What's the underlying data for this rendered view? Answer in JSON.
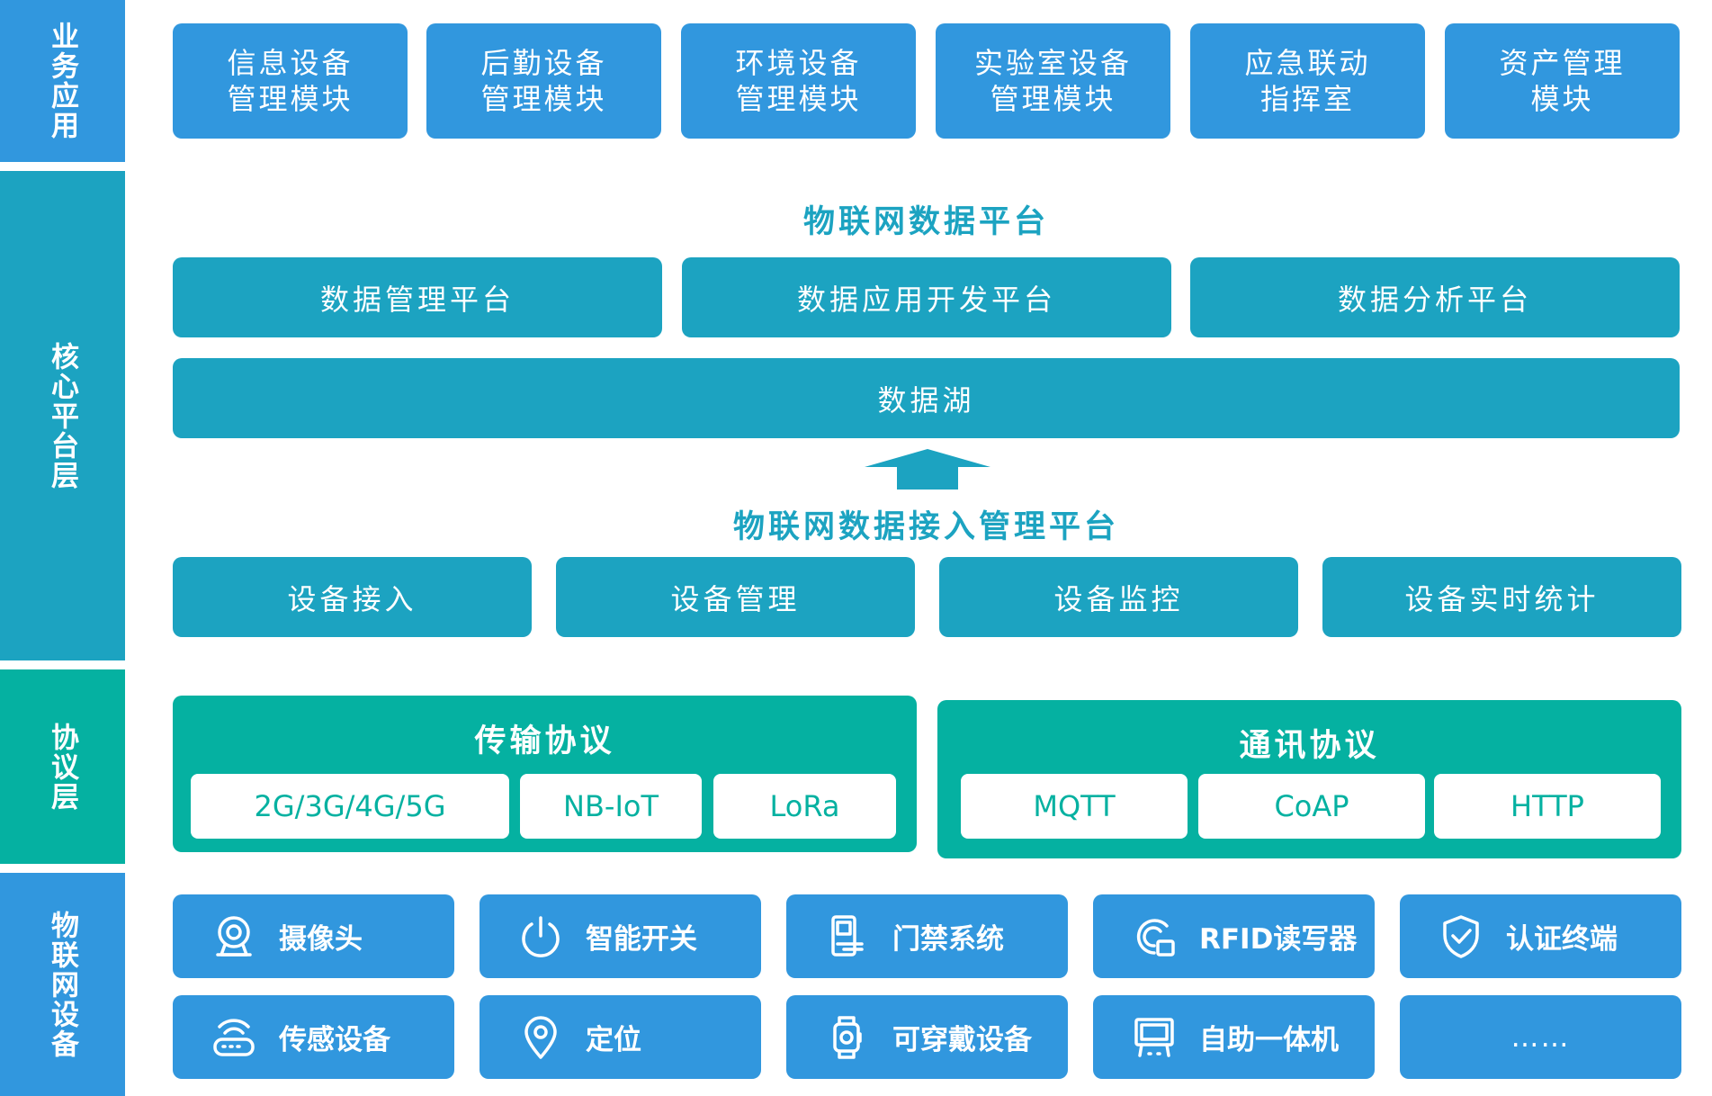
{
  "layers": [
    {
      "label": "业务应用"
    },
    {
      "label": "核心平台层"
    },
    {
      "label": "协议层"
    },
    {
      "label": "物联网设备"
    }
  ],
  "business_apps": [
    {
      "label": "信息设备\n管理模块"
    },
    {
      "label": "后勤设备\n管理模块"
    },
    {
      "label": "环境设备\n管理模块"
    },
    {
      "label": "实验室设备\n管理模块"
    },
    {
      "label": "应急联动\n指挥室"
    },
    {
      "label": "资产管理\n模块"
    }
  ],
  "core": {
    "data_platform_title": "物联网数据平台",
    "platforms": [
      {
        "label": "数据管理平台"
      },
      {
        "label": "数据应用开发平台"
      },
      {
        "label": "数据分析平台"
      }
    ],
    "data_lake": "数据湖",
    "access_platform_title": "物联网数据接入管理平台",
    "access_modules": [
      {
        "label": "设备接入"
      },
      {
        "label": "设备管理"
      },
      {
        "label": "设备监控"
      },
      {
        "label": "设备实时统计"
      }
    ]
  },
  "protocols": {
    "transport": {
      "title": "传输协议",
      "items": [
        "2G/3G/4G/5G",
        "NB-IoT",
        "LoRa"
      ]
    },
    "communication": {
      "title": "通讯协议",
      "items": [
        "MQTT",
        "CoAP",
        "HTTP"
      ]
    }
  },
  "devices": [
    {
      "label": "摄像头",
      "icon": "camera-icon"
    },
    {
      "label": "智能开关",
      "icon": "power-icon"
    },
    {
      "label": "门禁系统",
      "icon": "access-control-icon"
    },
    {
      "label": "RFID读写器",
      "icon": "rfid-reader-icon"
    },
    {
      "label": "认证终端",
      "icon": "shield-check-icon"
    },
    {
      "label": "传感设备",
      "icon": "sensor-icon"
    },
    {
      "label": "定位",
      "icon": "location-pin-icon"
    },
    {
      "label": "可穿戴设备",
      "icon": "smartwatch-icon"
    },
    {
      "label": "自助一体机",
      "icon": "kiosk-icon"
    },
    {
      "label": "……",
      "icon": ""
    }
  ],
  "colors": {
    "app_blue": "#3197de",
    "core_teal": "#1ca3c1",
    "protocol_green": "#05b1a1",
    "background": "#ffffff"
  }
}
